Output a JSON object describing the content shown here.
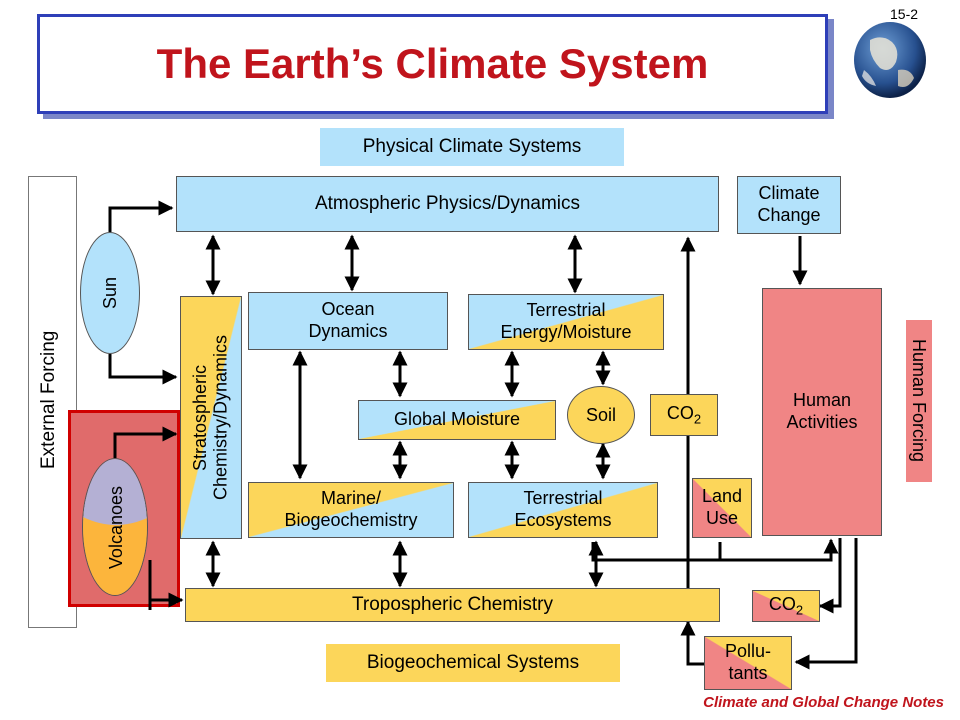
{
  "slide_number": "15-2",
  "title": "The Earth’s Climate System",
  "footer": "Climate and Global Change Notes",
  "labels": {
    "physical_systems": "Physical Climate Systems",
    "biogeochemical_systems": "Biogeochemical Systems",
    "external_forcing": "External Forcing",
    "human_forcing": "Human Forcing"
  },
  "nodes": {
    "atmosphere": "Atmospheric Physics/Dynamics",
    "climate_change_1": "Climate",
    "climate_change_2": "Change",
    "sun": "Sun",
    "volcanoes": "Volcanoes",
    "stratospheric_1": "Stratospheric",
    "stratospheric_2": "Chemistry/Dynamics",
    "ocean_1": "Ocean",
    "ocean_2": "Dynamics",
    "terrestrial_energy_1": "Terrestrial",
    "terrestrial_energy_2": "Energy/Moisture",
    "global_moisture": "Global Moisture",
    "soil": "Soil",
    "co2_top": "CO",
    "co2_top_sub": "2",
    "human_activities_1": "Human",
    "human_activities_2": "Activities",
    "marine_1": "Marine/",
    "marine_2": "Biogeochemistry",
    "terrestrial_eco_1": "Terrestrial",
    "terrestrial_eco_2": "Ecosystems",
    "land_use_1": "Land",
    "land_use_2": "Use",
    "tropospheric": "Tropospheric Chemistry",
    "co2_bottom": "CO",
    "co2_bottom_sub": "2",
    "pollutants_1": "Pollu-",
    "pollutants_2": "tants"
  },
  "colors": {
    "title_red": "#c0141c",
    "frame_blue": "#2e3fb8",
    "light_blue": "#b3e2fb",
    "yellow": "#fcd65a",
    "salmon": "#f08585",
    "volcano_red": "#e06b6b"
  }
}
